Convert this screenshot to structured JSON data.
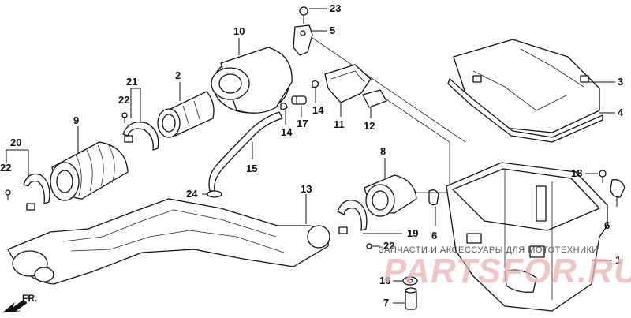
{
  "diagram": {
    "direction_label": "FR.",
    "callouts": {
      "c1": "1",
      "c2": "2",
      "c3": "3",
      "c4": "4",
      "c5": "5",
      "c6a": "6",
      "c6b": "6",
      "c7": "7",
      "c8": "8",
      "c9": "9",
      "c10": "10",
      "c11": "11",
      "c12": "12",
      "c13": "13",
      "c14a": "14",
      "c14b": "14",
      "c15": "15",
      "c16": "16",
      "c17": "17",
      "c18": "18",
      "c19": "19",
      "c20": "20",
      "c21": "21",
      "c22a": "22",
      "c22b": "22",
      "c22c": "22",
      "c23": "23",
      "c24": "24"
    }
  },
  "watermark": {
    "text": "ЗАПЧАСТИ И АКСЕССУАРЫ ДЛЯ МОТОТЕХНИКИ",
    "logo": "PARTSFOR.RU"
  }
}
